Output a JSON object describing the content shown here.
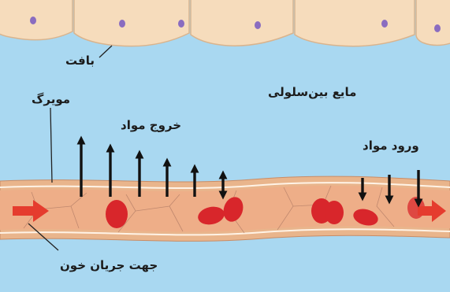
{
  "labels": {
    "tissue": "بافت",
    "capillary": "مویرگ",
    "interstitial_fluid": "مایع بین‌سلولی",
    "substances_out": "خروج مواد",
    "substances_in": "ورود مواد",
    "blood_flow_direction": "جهت جریان خون"
  },
  "colors": {
    "background_fluid": "#a9d8f1",
    "tissue_cell": "#f6dcbc",
    "cell_nucleus": "#8a6cc0",
    "vessel_wall": "#e9b58c",
    "blood_plasma": "#eeae88",
    "red_blood_cell": "#d8262b",
    "flow_arrow": "#e53c2e",
    "transport_arrow": "#111111"
  }
}
